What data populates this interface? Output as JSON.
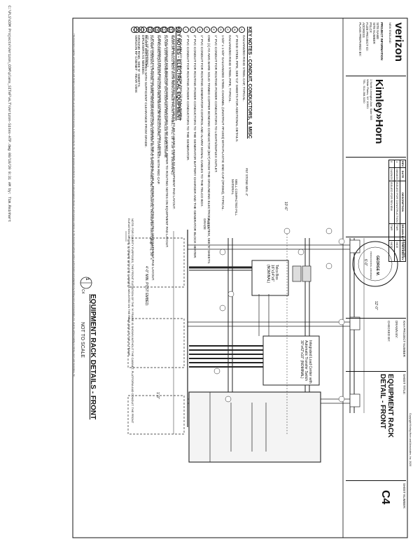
{
  "file_path_strip": "C:\\PLS\\COM Projects\\Verizon_COM\\plans_SITeF\\ALT\\Verizon-Sites-ATP.dwg  08/18/20 8:31 AM  by: Tim.Reinhart",
  "notice_strip": "This document, together with the concepts and designs presented herein, as an instrument of service, is intended only for the specific purpose and client for which it was prepared. Reuse of and improper reliance on this document without written authorization and adaptation by Kimley-Horn and Associates, Inc. shall be without liability to Kimley-Horn and Associates, Inc.",
  "notes_misc": {
    "heading": "KEY NOTES - CONDUIT, CONDUCTORS, & MISC",
    "items": [
      {
        "id": "A",
        "text": "GALVANIZED RIGID STEEL CAP, TYPICAL."
      },
      {
        "id": "B",
        "text": "2\" RIGID STEEL PIPE, SEE 'C2' SHEETS FOR ADDITIONAL DETAILS."
      },
      {
        "id": "C",
        "text": "GALVANIZED RIGID STEEL PIPE, TYPICAL."
      },
      {
        "id": "D",
        "text": "1-5/8\" x 1-5/8\" GALVANIZED STEEL CHANNEL (UNISTRUT #P1000) WITH PLASTIC END CAP (#P2860), TYPICAL."
      },
      {
        "id": "E",
        "text": "1\" PVC CONDUIT FOR ROUTING POWER CONDUCTORS TO LIGHTS/DUPLEX OUTLET."
      },
      {
        "id": "F",
        "text": "ONE (1) #2 AWG BARE SOLID TINNED COPPER BONDING CONDUCTOR (BCT) FROM THE GROUNDING ELECTRODE SYSTEM, SEE 'E' SHEETS."
      },
      {
        "id": "G",
        "text": "1\" PVC CONDUIT FOR ROUTING GENERATOR CONTROL AND ALARM SIGNAL CABLES TO THE TELCO BOX."
      },
      {
        "id": "H",
        "text": "2\" PVC CONDUIT FOR ROUTING POWER CONDUCTORS TO THE GENERATOR BATTERY CHARGER AND THE GENERATOR BLOCK HEATER."
      },
      {
        "id": "I",
        "text": "2\" PVC CONDUIT FOR ROUTING POWER CONDUCTORS TO THE GENERATOR."
      },
      {
        "id": "J",
        "text": "4\" PVC TELCO CONDUIT, WITH TWO (2) PULL ROPES."
      },
      {
        "id": "K",
        "text": "3\" FLEXIBLE CONDUIT FOR ROUTING TELCO CABLES TO RF CABINET, REFER TO EQUIPMENT PAD LAYOUT."
      },
      {
        "id": "L",
        "text": "2\" PVC CONDUIT FOR ROUTING POWER CONDUCTORS TO RF CABINET, REFER TO ROUTING NOTES ON EQUIPMENT PAD LAYOUT."
      },
      {
        "id": "M",
        "text": "2\" PVC CONDUIT FROM ROUTING POWER CONDUCTORS TO AREA LIGHTS."
      },
      {
        "id": "N",
        "text": "1\" PVC CONDUIT FOR ROUTING GENERATOR CONTROL CABLES TO THE ILC SIGNAL CABLE, REFER TO ROUTING NOTES ON EQUIPMENT PAD LAYOUT."
      },
      {
        "id": "O",
        "text": "MOUNT ENCLOSURES WITH SUFFICIENT CLEARANCE FROM GRADE."
      },
      {
        "id": "P",
        "text": "GROUND RING, SEE 'E' SHEETS."
      }
    ]
  },
  "notes_elec": {
    "heading": "KEY NOTES - ELECTRICAL EQUIPMENT",
    "items": [
      {
        "id": "1",
        "text": "NEMA 3R TELCO BOX WITH REMOVABLE FRONT PANEL, PVC, 18\" x 18\" x 6\" (NOMINAL)."
      },
      {
        "id": "2",
        "text": "20 AMP 120V WEATHERPROOF GFCI DUPLEX RECEPTACLE IN ENCLOSURE."
      },
      {
        "id": "3",
        "text": "APPROVED EQUIVALENT IN LOCKABLE NEMA 3R ENCLOSURE, 2 GANG BOX WITH RED CAP."
      },
      {
        "id": "4",
        "text": "200 AMP, 120/240V, 1 PHASE, 3 WIRE, INTEGRATED LOAD CENTER WITH #2 SPACE PANEL AND AUTOMATIC TRANSFER SWITCH (ATS), 30\" x 42\" x 10\" (NOMINAL)."
      },
      {
        "id": "5",
        "text": "DIPLEXERS AS NEEDED."
      },
      {
        "id": "6",
        "text": "VERIZON RF CABINET - REAR VIEW."
      }
    ]
  },
  "drawing_labels": {
    "note_clarity": "NOTE: FOR CLARITY PURPOSES, THE FRONT ELEVATION OF THE 'H' FRAME IS SHOWN WITHOUT THE CABINET, PLATFORM AND CONDUIT. THE FRONT ELEVATION OF THE 'H' FRAME WITH THE CABINETS MOUNTED ON THE REAR SIDE OF THE 'H' FRAME.",
    "dim_top": "4'-6\"",
    "dim_embed": "4'-0\" MIN. POST EMBED.",
    "finish_grade": "FINISH GRADE",
    "dim_height": "12'-0\"",
    "dim_height_small": "6'-0\"",
    "dim_side": "1'-0\"",
    "dim_right": "10'-6\"",
    "stone": "#57 STONE MIN. 4\"",
    "gravel": "WELL COMPACTED FILL MATERIAL",
    "telco_box_label": "Telco Box\n16\"x14\"x6\" (NOMINAL)",
    "load_center_label": "Integrated Load Center with Automatic Transfer Switch\n30\"x42\"x10\" (NOMINAL)",
    "detail_number": "1",
    "detail_sheet": "C4",
    "detail_title": "EQUIPMENT RACK DETAILS - FRONT",
    "detail_scale": "NOT TO SCALE"
  },
  "title_block": {
    "logo": "verizon",
    "logo_sub": "NEW ENGLAND",
    "project_info_title": "PROJECT INFORMATION",
    "project_lines": [
      "SITE NAME",
      "SITE NUMBER",
      "PSLC#: ",
      "FUZE PROJECT ID:",
      "ADDRESS",
      "PLANS PREPARED BY:"
    ],
    "firm": "Kimley»Horn",
    "firm_address": [
      "1 North Lexington Ave, Suite 505",
      "White Plains, NY 10601",
      "TEL. 914-368-9200"
    ],
    "revisions_header": [
      "REV",
      "DATE",
      "DESCRIPTION",
      "DRAWN BY",
      "CHECKED BY"
    ],
    "revisions": [
      {
        "rev": "1",
        "date": "08/18/20",
        "desc": "ISSUED FOR CONSTRUCTION",
        "by": "TMR",
        "chk": "MCE"
      },
      {
        "rev": "0",
        "date": "04/29/20",
        "desc": "ISSUED FOR REVIEW",
        "by": "TMR",
        "chk": "MCE"
      }
    ],
    "licensure": "LICENSURE:",
    "seal_text": "GEORGE M.",
    "seal_sub": "PROFESSIONAL ENGINEER",
    "project_number_label": "KHA PROJECT NUMBER",
    "drawn_by_label": "DRAWN BY:",
    "checked_by_label": "CHECKED BY:",
    "sheet_title_label": "SHEET TITLE:",
    "sheet_title": "EQUIPMENT RACK DETAIL - FRONT",
    "sheet_number_label": "SHEET NUMBER:",
    "sheet_number": "C4",
    "copyright": "Copyright Kimley-Horn and Associates, Inc. 2020"
  }
}
